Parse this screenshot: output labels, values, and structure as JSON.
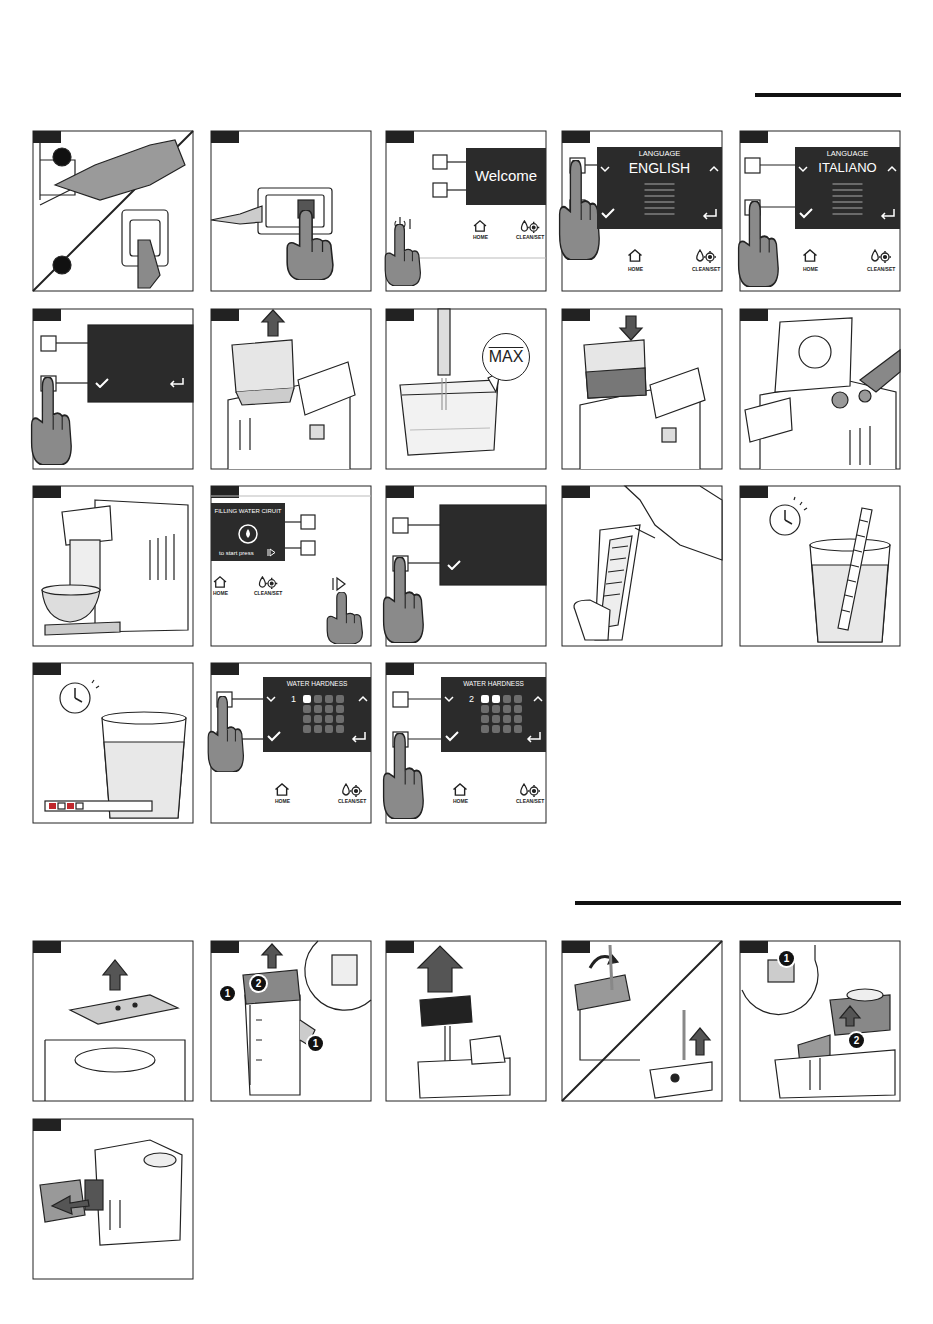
{
  "diagram": {
    "nodes": [
      {
        "text": [
          "Welcome"
        ]
      },
      {
        "text": [
          "LANGUAGE",
          "ENGLISH"
        ]
      },
      {
        "text": [
          "LANGUAGE",
          "ITALIANO"
        ]
      },
      {
        "text": [
          "MAX"
        ]
      },
      {
        "text": [
          "FILLING WATER CIRUIT",
          "to start press"
        ]
      },
      {
        "text": [
          "WATER HARDNESS",
          "1"
        ]
      },
      {
        "text": [
          "WATER HARDNESS",
          "2"
        ]
      }
    ],
    "labels": [
      "HOME",
      "CLEAN/SET",
      "HOME",
      "CLEAN/SET",
      "HOME",
      "CLEAN/SET",
      "HOME",
      "CLEAN/SET",
      "HOME",
      "CLEAN/SET",
      "HOME",
      "CLEAN/SET",
      "1",
      "2",
      "1",
      "1",
      "2"
    ]
  }
}
